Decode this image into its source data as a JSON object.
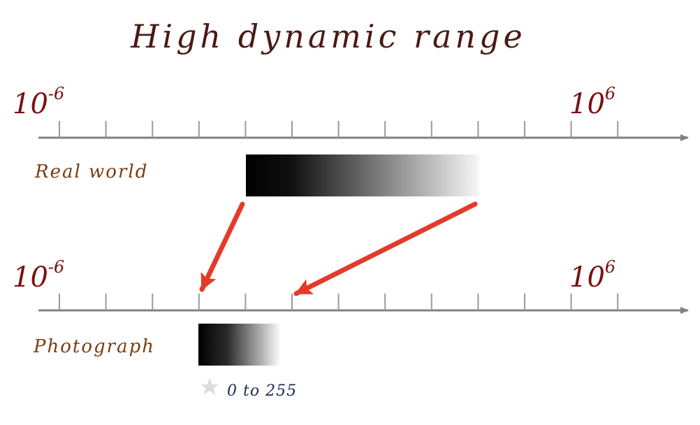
{
  "title": "High dynamic range",
  "colors": {
    "ink": "#4a1a14",
    "label_brown": "#7a3d10",
    "axis": "#808080",
    "arrow": "#e53a2a",
    "note": "#1d2a4f",
    "star": "#dcdcdc"
  },
  "top_axis": {
    "min_label_base": "10",
    "min_label_exp": "-6",
    "max_label_base": "10",
    "max_label_exp": "6"
  },
  "bottom_axis": {
    "min_label_base": "10",
    "min_label_exp": "-6",
    "max_label_base": "10",
    "max_label_exp": "6"
  },
  "real_world": {
    "label": "Real world"
  },
  "photograph": {
    "label": "Photograph",
    "range_note": "0 to 255"
  },
  "icons": {
    "star": "star-icon"
  }
}
